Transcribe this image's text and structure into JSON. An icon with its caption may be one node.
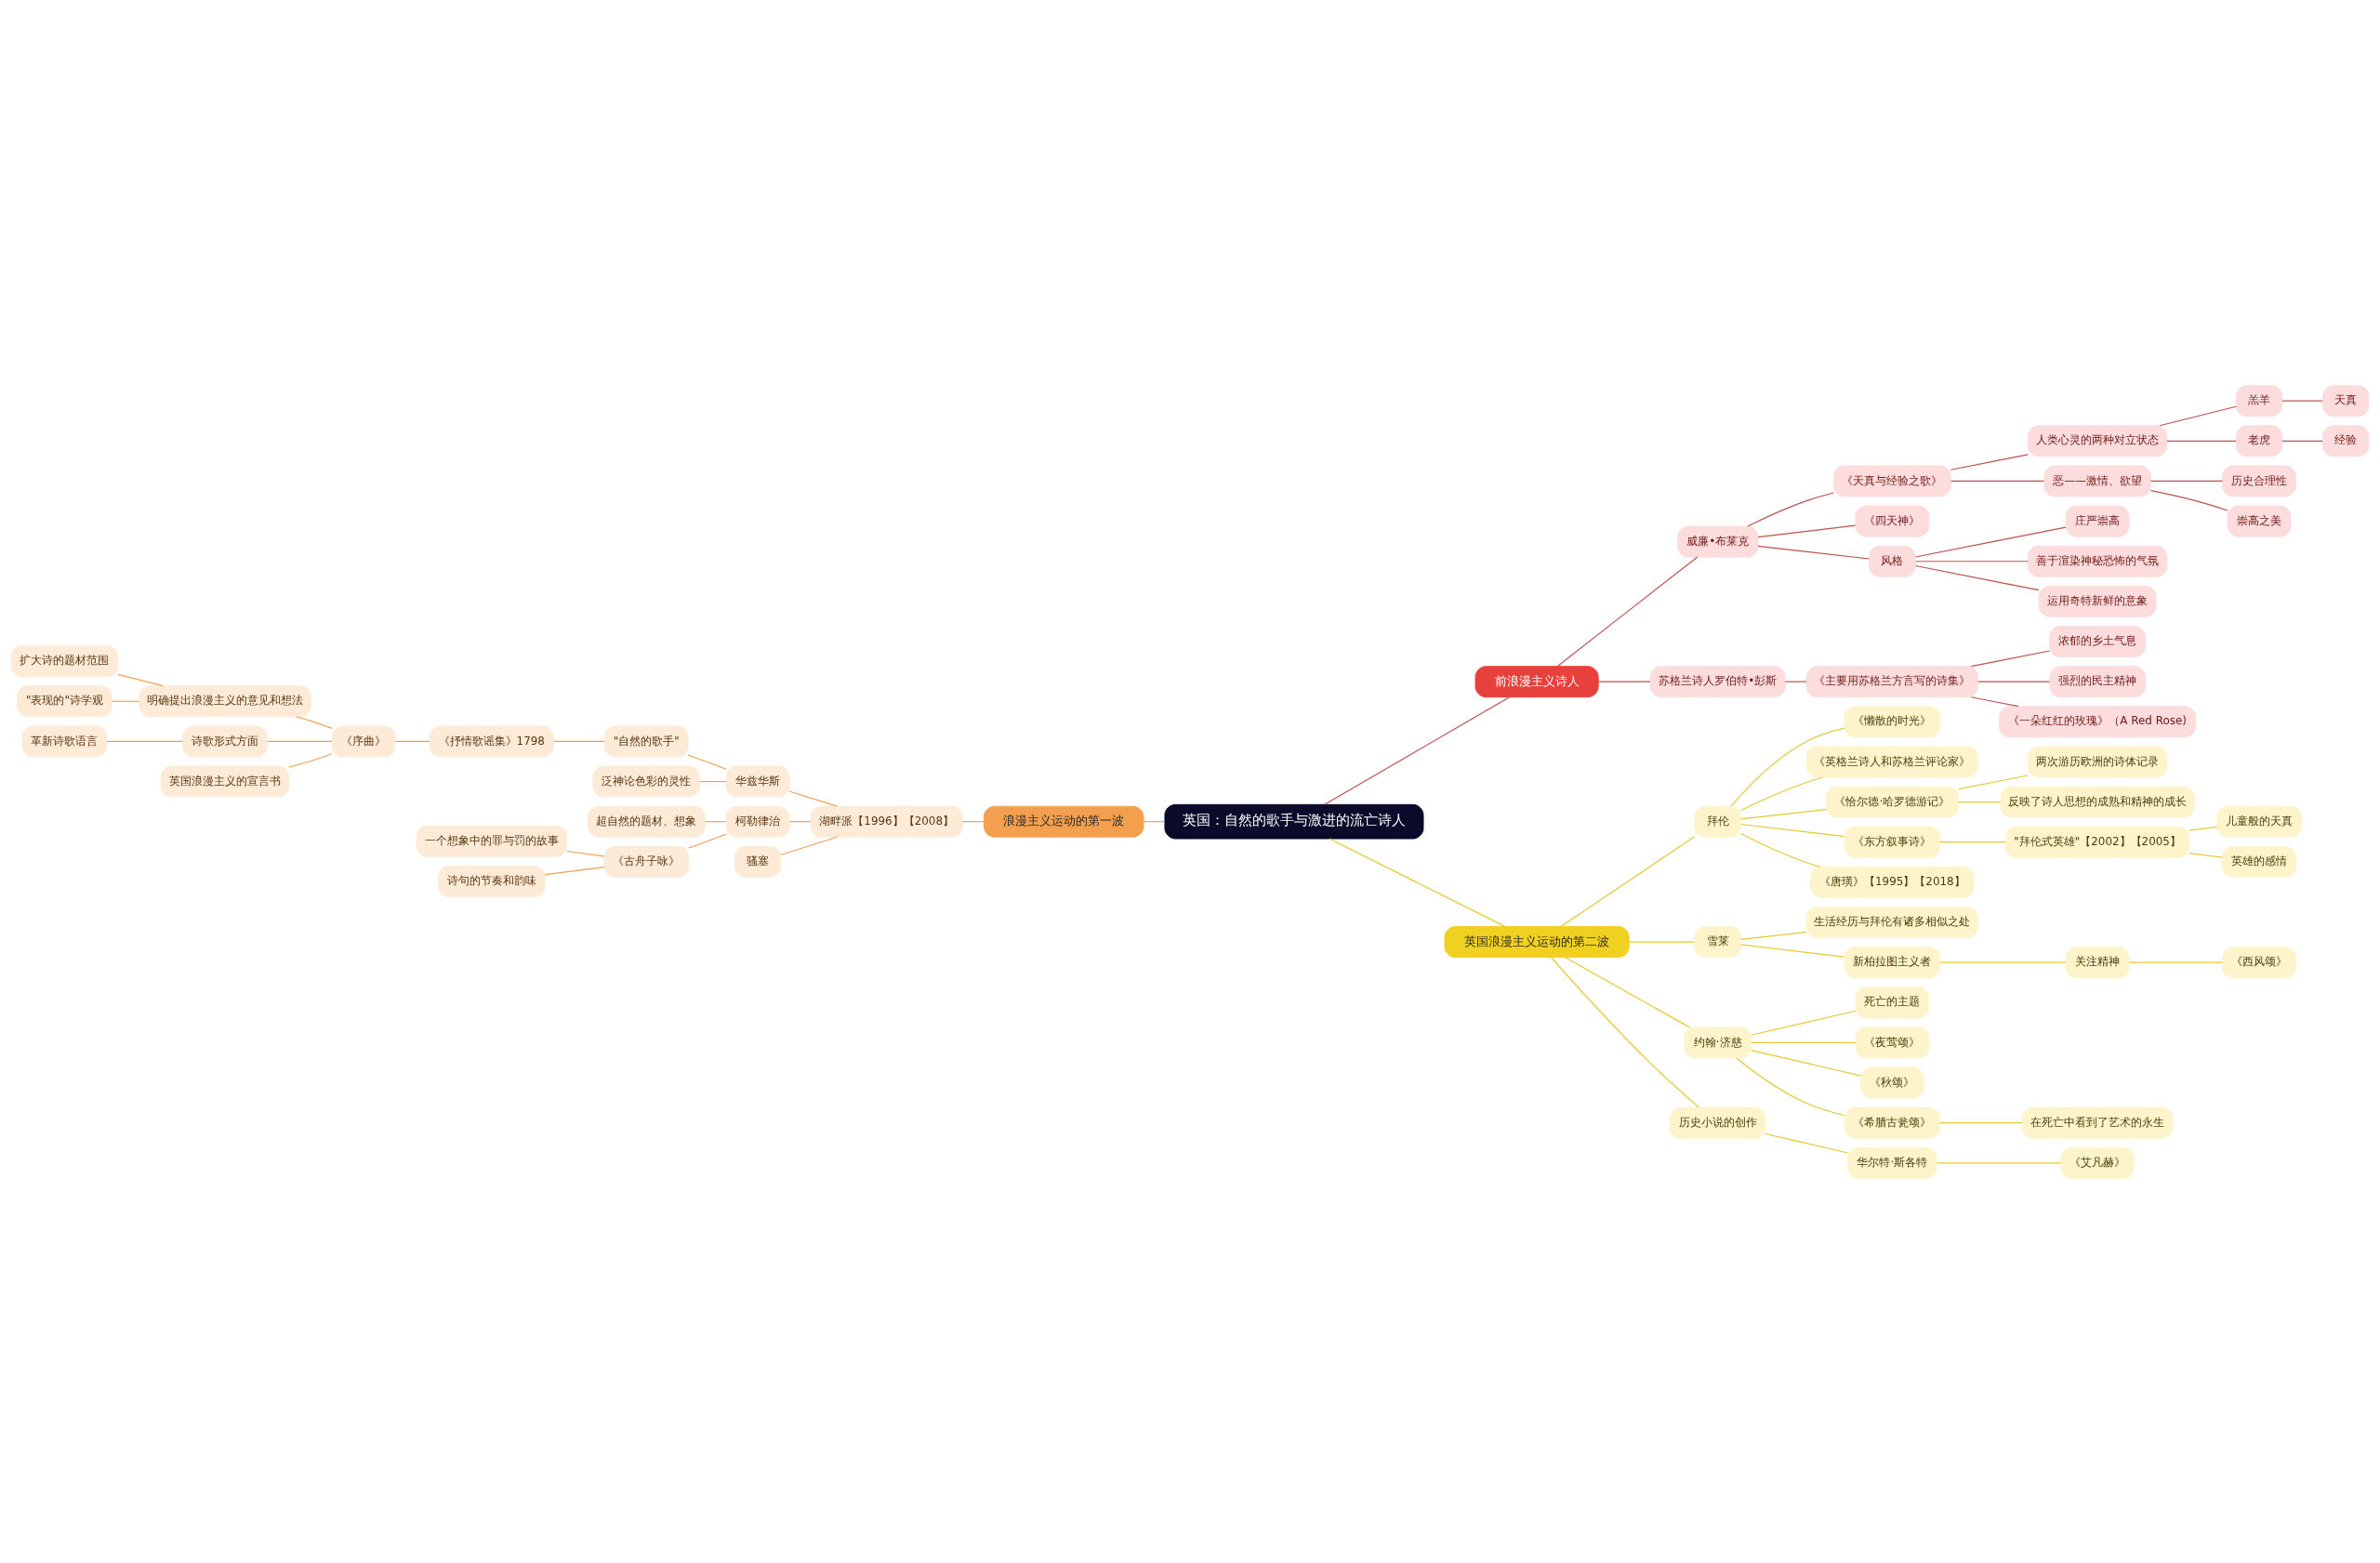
{
  "diagram": {
    "nodes": [
      {
        "text": [
          "英国：自然的歌手与激进的流亡诗人"
        ]
      },
      {
        "text": [
          "浪漫主义运动的第一波"
        ]
      },
      {
        "text": [
          "湖畔派【1996】【2008】"
        ]
      },
      {
        "text": [
          "华兹华斯"
        ]
      },
      {
        "text": [
          "\"自然的歌手\""
        ]
      },
      {
        "text": [
          "《抒情歌谣集》1798"
        ]
      },
      {
        "text": [
          "《序曲》"
        ]
      },
      {
        "text": [
          "明确提出浪漫主义的意见和想法"
        ]
      },
      {
        "text": [
          "扩大诗的题材范围"
        ]
      },
      {
        "text": [
          "\"表现的\"诗学观"
        ]
      },
      {
        "text": [
          "诗歌形式方面"
        ]
      },
      {
        "text": [
          "革新诗歌语言"
        ]
      },
      {
        "text": [
          "英国浪漫主义的宣言书"
        ]
      },
      {
        "text": [
          "泛神论色彩的灵性"
        ]
      },
      {
        "text": [
          "柯勒律治"
        ]
      },
      {
        "text": [
          "超自然的题材、想象"
        ]
      },
      {
        "text": [
          "《古舟子咏》"
        ]
      },
      {
        "text": [
          "一个想象中的罪与罚的故事"
        ]
      },
      {
        "text": [
          "诗句的节奏和韵味"
        ]
      },
      {
        "text": [
          "骚塞"
        ]
      },
      {
        "text": [
          "前浪漫主义诗人"
        ]
      },
      {
        "text": [
          "威廉•布莱克"
        ]
      },
      {
        "text": [
          "《天真与经验之歌》"
        ]
      },
      {
        "text": [
          "人类心灵的两种对立状态"
        ]
      },
      {
        "text": [
          "羔羊"
        ]
      },
      {
        "text": [
          "天真"
        ]
      },
      {
        "text": [
          "老虎"
        ]
      },
      {
        "text": [
          "经验"
        ]
      },
      {
        "text": [
          "恶——激情、欲望"
        ]
      },
      {
        "text": [
          "历史合理性"
        ]
      },
      {
        "text": [
          "崇高之美"
        ]
      },
      {
        "text": [
          "《四天神》"
        ]
      },
      {
        "text": [
          "风格"
        ]
      },
      {
        "text": [
          "庄严崇高"
        ]
      },
      {
        "text": [
          "善于渲染神秘恐怖的气氛"
        ]
      },
      {
        "text": [
          "运用奇特新鲜的意象"
        ]
      },
      {
        "text": [
          "苏格兰诗人罗伯特•彭斯"
        ]
      },
      {
        "text": [
          "《主要用苏格兰方言写的诗集》"
        ]
      },
      {
        "text": [
          "浓郁的乡土气息"
        ]
      },
      {
        "text": [
          "强烈的民主精神"
        ]
      },
      {
        "text": [
          "《一朵红红的玫瑰》（A Red Rose)"
        ]
      },
      {
        "text": [
          "英国浪漫主义运动的第二波"
        ]
      },
      {
        "text": [
          "拜伦"
        ]
      },
      {
        "text": [
          "《懒散的时光》"
        ]
      },
      {
        "text": [
          "《英格兰诗人和苏格兰评论家》"
        ]
      },
      {
        "text": [
          "《恰尔德·哈罗德游记》"
        ]
      },
      {
        "text": [
          "两次游历欧洲的诗体记录"
        ]
      },
      {
        "text": [
          "反映了诗人思想的成熟和精神的成长"
        ]
      },
      {
        "text": [
          "《东方叙事诗》"
        ]
      },
      {
        "text": [
          "\"拜伦式英雄\"【2002】【2005】"
        ]
      },
      {
        "text": [
          "儿童般的天真"
        ]
      },
      {
        "text": [
          "英雄的感情"
        ]
      },
      {
        "text": [
          "《唐璜》【1995】【2018】"
        ]
      },
      {
        "text": [
          "雪莱"
        ]
      },
      {
        "text": [
          "生活经历与拜伦有诸多相似之处"
        ]
      },
      {
        "text": [
          "新柏拉图主义者"
        ]
      },
      {
        "text": [
          "关注精神"
        ]
      },
      {
        "text": [
          "《西风颂》"
        ]
      },
      {
        "text": [
          "约翰·济慈"
        ]
      },
      {
        "text": [
          "死亡的主题"
        ]
      },
      {
        "text": [
          "《夜莺颂》"
        ]
      },
      {
        "text": [
          "《秋颂》"
        ]
      },
      {
        "text": [
          "《希腊古瓮颂》"
        ]
      },
      {
        "text": [
          "在死亡中看到了艺术的永生"
        ]
      },
      {
        "text": [
          "历史小说的创作"
        ]
      },
      {
        "text": [
          "华尔特·斯各特"
        ]
      },
      {
        "text": [
          "《艾凡赫》"
        ]
      }
    ],
    "edges": [
      {
        "from": 0,
        "to": 1,
        "arrow": "none",
        "color": "#f0a050"
      },
      {
        "from": 1,
        "to": 2,
        "arrow": "none",
        "color": "#f0a050"
      },
      {
        "from": 2,
        "to": 3,
        "arrow": "none",
        "color": "#f0a050"
      },
      {
        "from": 3,
        "to": 4,
        "arrow": "none",
        "color": "#f0a050"
      },
      {
        "from": 4,
        "to": 5,
        "arrow": "none",
        "color": "#f0a050"
      },
      {
        "from": 5,
        "to": 6,
        "arrow": "none",
        "color": "#f0a050"
      },
      {
        "from": 6,
        "to": 7,
        "arrow": "none",
        "color": "#f0a050"
      },
      {
        "from": 7,
        "to": 8,
        "arrow": "none",
        "color": "#f0a050"
      },
      {
        "from": 7,
        "to": 9,
        "arrow": "none",
        "color": "#f0a050"
      },
      {
        "from": 6,
        "to": 10,
        "arrow": "none",
        "color": "#f0a050"
      },
      {
        "from": 10,
        "to": 11,
        "arrow": "none",
        "color": "#f0a050"
      },
      {
        "from": 6,
        "to": 12,
        "arrow": "none",
        "color": "#f0a050"
      },
      {
        "from": 3,
        "to": 13,
        "arrow": "none",
        "color": "#f0a050"
      },
      {
        "from": 2,
        "to": 14,
        "arrow": "none",
        "color": "#f0a050"
      },
      {
        "from": 14,
        "to": 15,
        "arrow": "none",
        "color": "#f0a050"
      },
      {
        "from": 14,
        "to": 16,
        "arrow": "none",
        "color": "#f0a050"
      },
      {
        "from": 16,
        "to": 17,
        "arrow": "none",
        "color": "#f0a050"
      },
      {
        "from": 16,
        "to": 18,
        "arrow": "none",
        "color": "#f0a050"
      },
      {
        "from": 2,
        "to": 19,
        "arrow": "none",
        "color": "#f0a050"
      },
      {
        "from": 0,
        "to": 20,
        "arrow": "none",
        "color": "#c0504d"
      },
      {
        "from": 20,
        "to": 21,
        "arrow": "none",
        "color": "#c0504d"
      },
      {
        "from": 21,
        "to": 22,
        "arrow": "none",
        "color": "#c0504d"
      },
      {
        "from": 22,
        "to": 23,
        "arrow": "none",
        "color": "#c0504d"
      },
      {
        "from": 23,
        "to": 24,
        "arrow": "none",
        "color": "#c0504d"
      },
      {
        "from": 24,
        "to": 25,
        "arrow": "none",
        "color": "#c0504d"
      },
      {
        "from": 23,
        "to": 26,
        "arrow": "none",
        "color": "#c0504d"
      },
      {
        "from": 26,
        "to": 27,
        "arrow": "none",
        "color": "#c0504d"
      },
      {
        "from": 22,
        "to": 28,
        "arrow": "none",
        "color": "#c0504d"
      },
      {
        "from": 28,
        "to": 29,
        "arrow": "none",
        "color": "#c0504d"
      },
      {
        "from": 28,
        "to": 30,
        "arrow": "none",
        "color": "#c0504d"
      },
      {
        "from": 21,
        "to": 31,
        "arrow": "none",
        "color": "#c0504d"
      },
      {
        "from": 21,
        "to": 32,
        "arrow": "none",
        "color": "#c0504d"
      },
      {
        "from": 32,
        "to": 33,
        "arrow": "none",
        "color": "#c0504d"
      },
      {
        "from": 32,
        "to": 34,
        "arrow": "none",
        "color": "#c0504d"
      },
      {
        "from": 32,
        "to": 35,
        "arrow": "none",
        "color": "#c0504d"
      },
      {
        "from": 20,
        "to": 36,
        "arrow": "none",
        "color": "#c0504d"
      },
      {
        "from": 36,
        "to": 37,
        "arrow": "none",
        "color": "#c0504d"
      },
      {
        "from": 37,
        "to": 38,
        "arrow": "none",
        "color": "#c0504d"
      },
      {
        "from": 37,
        "to": 39,
        "arrow": "none",
        "color": "#c0504d"
      },
      {
        "from": 37,
        "to": 40,
        "arrow": "none",
        "color": "#c0504d"
      },
      {
        "from": 0,
        "to": 41,
        "arrow": "none"
      },
      {
        "from": 41,
        "to": 42,
        "arrow": "none"
      },
      {
        "from": 42,
        "to": 43,
        "arrow": "none"
      },
      {
        "from": 42,
        "to": 44,
        "arrow": "none"
      },
      {
        "from": 42,
        "to": 45,
        "arrow": "none"
      },
      {
        "from": 45,
        "to": 46,
        "arrow": "none"
      },
      {
        "from": 45,
        "to": 47,
        "arrow": "none"
      },
      {
        "from": 42,
        "to": 48,
        "arrow": "none"
      },
      {
        "from": 48,
        "to": 49,
        "arrow": "none"
      },
      {
        "from": 49,
        "to": 50,
        "arrow": "none"
      },
      {
        "from": 49,
        "to": 51,
        "arrow": "none"
      },
      {
        "from": 42,
        "to": 52,
        "arrow": "none"
      },
      {
        "from": 41,
        "to": 53,
        "arrow": "none"
      },
      {
        "from": 53,
        "to": 54,
        "arrow": "none"
      },
      {
        "from": 53,
        "to": 55,
        "arrow": "none"
      },
      {
        "from": 55,
        "to": 56,
        "arrow": "none"
      },
      {
        "from": 56,
        "to": 57,
        "arrow": "none"
      },
      {
        "from": 41,
        "to": 58,
        "arrow": "none"
      },
      {
        "from": 58,
        "to": 59,
        "arrow": "none"
      },
      {
        "from": 58,
        "to": 60,
        "arrow": "none"
      },
      {
        "from": 58,
        "to": 61,
        "arrow": "none"
      },
      {
        "from": 58,
        "to": 62,
        "arrow": "none"
      },
      {
        "from": 62,
        "to": 63,
        "arrow": "none"
      },
      {
        "from": 41,
        "to": 64,
        "arrow": "none"
      },
      {
        "from": 64,
        "to": 65,
        "arrow": "none"
      },
      {
        "from": 65,
        "to": 66,
        "arrow": "none"
      }
    ]
  }
}
